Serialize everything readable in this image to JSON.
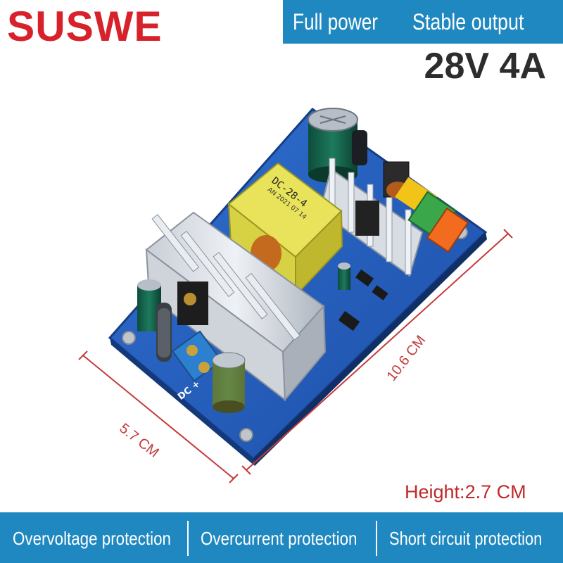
{
  "brand": {
    "name": "SUSWE",
    "color": "#d8222b"
  },
  "banner": {
    "text_1": "Full power",
    "text_2": "Stable output",
    "color": "#1f88c0"
  },
  "spec": {
    "rating": "28V 4A"
  },
  "board": {
    "transformer_label": "DC-28-4",
    "transformer_date": "AN 2021 07 14",
    "terminal_label": "- DC +"
  },
  "dimensions": {
    "length": "10.6 CM",
    "width": "5.7 CM",
    "height_label": "Height",
    "height_sep": ":",
    "height_value": "2.7 CM"
  },
  "footer": {
    "features": [
      "Overvoltage protection",
      "Overcurrent protection",
      "Short circuit protection"
    ]
  }
}
